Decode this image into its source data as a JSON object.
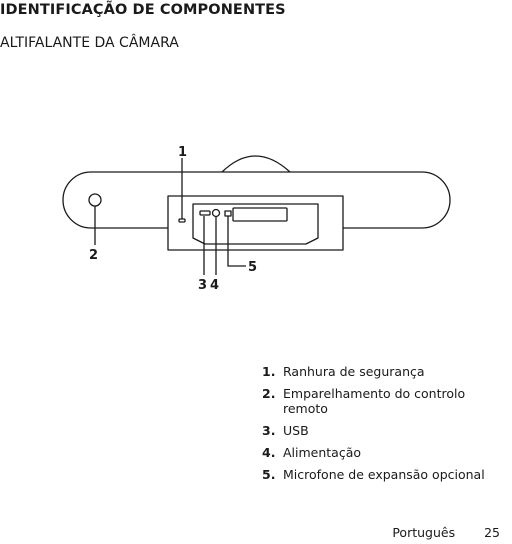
{
  "heading": {
    "title": "IDENTIFICAÇÃO DE COMPONENTES",
    "subtitle": "ALTIFALANTE DA CÂMARA"
  },
  "diagram": {
    "callouts": [
      "1",
      "2",
      "3",
      "4",
      "5"
    ]
  },
  "legend": [
    {
      "num": "1.",
      "text": "Ranhura de segurança"
    },
    {
      "num": "2.",
      "text": "Emparelhamento do controlo remoto"
    },
    {
      "num": "3.",
      "text": "USB"
    },
    {
      "num": "4.",
      "text": "Alimentação"
    },
    {
      "num": "5.",
      "text": "Microfone de expansão opcional"
    }
  ],
  "footer": {
    "language": "Português",
    "page": "25"
  }
}
